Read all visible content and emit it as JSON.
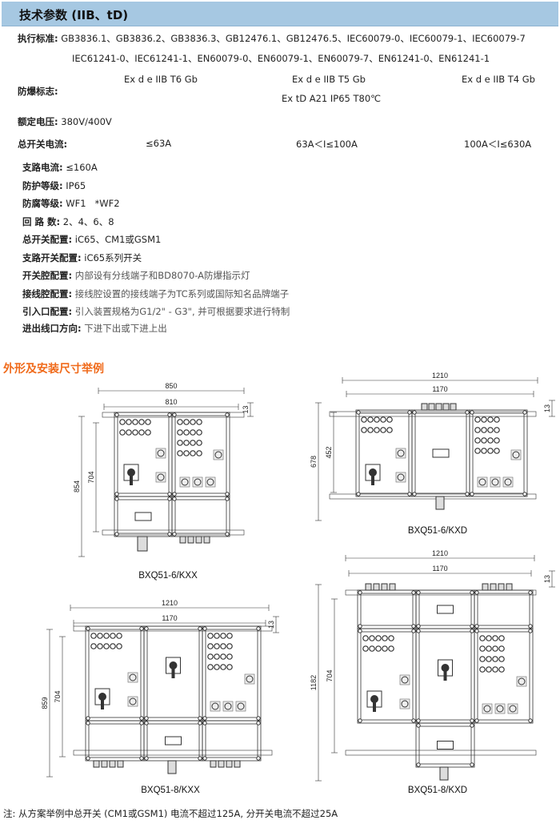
{
  "header": {
    "title": "技术参数  (IIB、tD)"
  },
  "specs": {
    "standard": {
      "label": "执行标准:",
      "line1": "GB3836.1、GB3836.2、GB3836.3、GB12476.1、GB12476.5、IEC60079-0、IEC60079-1、IEC60079-7",
      "line2": "IEC61241-0、IEC61241-1、EN60079-0、EN60079-1、EN60079-7、EN61241-0、EN61241-1"
    },
    "exmark": {
      "label": "防爆标志:",
      "v1": "Ex d e IIB T6 Gb",
      "v2": "Ex d e IIB T5 Gb",
      "v3": "Ex d e IIB T4 Gb",
      "v4": "Ex tD A21 IP65 T80℃"
    },
    "voltage": {
      "label": "额定电压:",
      "value": "380V/400V"
    },
    "main_current": {
      "label": "总开关电流:",
      "v1": "≤63A",
      "v2": "63A＜I≤100A",
      "v3": "100A＜I≤630A"
    },
    "branch_current": {
      "label": "支路电流:",
      "value": "≤160A"
    },
    "protection": {
      "label": "防护等级:",
      "value": "IP65"
    },
    "corrosion": {
      "label": "防腐等级:",
      "value": "WF1   *WF2"
    },
    "circuits": {
      "label": "回 路 数:",
      "value": "2、4、6、8"
    },
    "main_switch": {
      "label": "总开关配置:",
      "value": "iC65、CM1或GSM1"
    },
    "branch_switch": {
      "label": "支路开关配置:",
      "value": "iC65系列开关"
    },
    "switch_cavity": {
      "label": "开关腔配置:",
      "value": "内部设有分线端子和BD8070-A防爆指示灯"
    },
    "wiring_cavity": {
      "label": "接线腔配置:",
      "value": "接线腔设置的接线端子为TC系列或国际知名品牌端子"
    },
    "entry": {
      "label": "引入口配置:",
      "value": "引入装置规格为G1/2\" - G3\", 并可根据要求进行特制"
    },
    "direction": {
      "label": "进出线口方向:",
      "value": "下进下出或下进上出"
    }
  },
  "section_title": "外形及安装尺寸举例",
  "drawings": [
    {
      "model": "BXQ51-6/KXX",
      "dims": {
        "w_outer": "850",
        "w_inner": "810",
        "offset": "13",
        "h_outer": "854",
        "h_inner": "704"
      }
    },
    {
      "model": "BXQ51-6/KXD",
      "dims": {
        "w_outer": "1210",
        "w_inner": "1170",
        "offset": "13",
        "h_outer": "678",
        "h_inner": "452"
      }
    },
    {
      "model": "BXQ51-8/KXX",
      "dims": {
        "w_outer": "1210",
        "w_inner": "1170",
        "offset": "13",
        "h_outer": "859",
        "h_inner": "704"
      }
    },
    {
      "model": "BXQ51-8/KXD",
      "dims": {
        "w_outer": "1210",
        "w_inner": "1170",
        "offset": "13",
        "h_outer": "1182",
        "h_inner": "704"
      }
    }
  ],
  "note": "注: 从方案举例中总开关 (CM1或GSM1) 电流不超过125A, 分开关电流不超过25A"
}
